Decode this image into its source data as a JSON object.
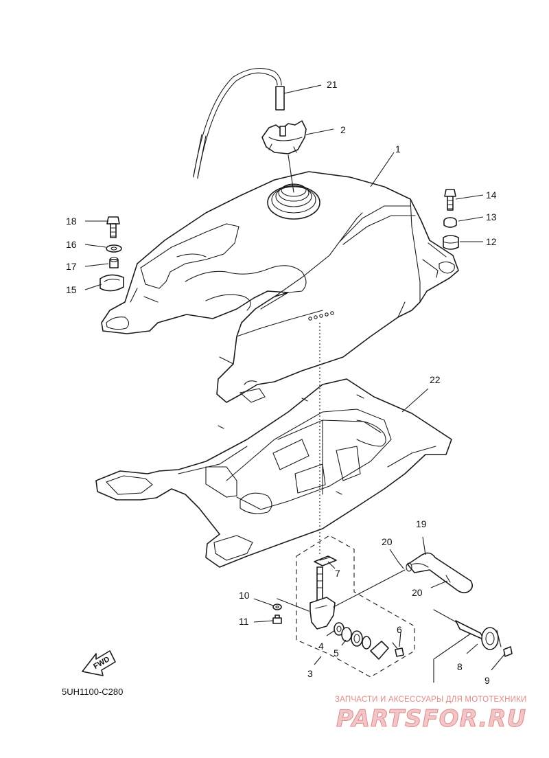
{
  "diagram_code": "5UH1100-C280",
  "watermark": {
    "caption": "ЗАПЧАСТИ И АКСЕССУАРЫ ДЛЯ МОТОТЕХНИКИ",
    "brand": "PARTSFOR.RU"
  },
  "fwd_label": "FWD",
  "callouts": [
    {
      "id": "c1",
      "label": "1"
    },
    {
      "id": "c2",
      "label": "2"
    },
    {
      "id": "c3",
      "label": "3"
    },
    {
      "id": "c4",
      "label": "4"
    },
    {
      "id": "c5",
      "label": "5"
    },
    {
      "id": "c6",
      "label": "6"
    },
    {
      "id": "c7",
      "label": "7"
    },
    {
      "id": "c8",
      "label": "8"
    },
    {
      "id": "c9",
      "label": "9"
    },
    {
      "id": "c10",
      "label": "10"
    },
    {
      "id": "c11",
      "label": "11"
    },
    {
      "id": "c12",
      "label": "12"
    },
    {
      "id": "c13",
      "label": "13"
    },
    {
      "id": "c14",
      "label": "14"
    },
    {
      "id": "c15",
      "label": "15"
    },
    {
      "id": "c16",
      "label": "16"
    },
    {
      "id": "c17",
      "label": "17"
    },
    {
      "id": "c18",
      "label": "18"
    },
    {
      "id": "c19",
      "label": "19"
    },
    {
      "id": "c20a",
      "label": "20"
    },
    {
      "id": "c20b",
      "label": "20"
    },
    {
      "id": "c21",
      "label": "21"
    },
    {
      "id": "c22",
      "label": "22"
    }
  ]
}
